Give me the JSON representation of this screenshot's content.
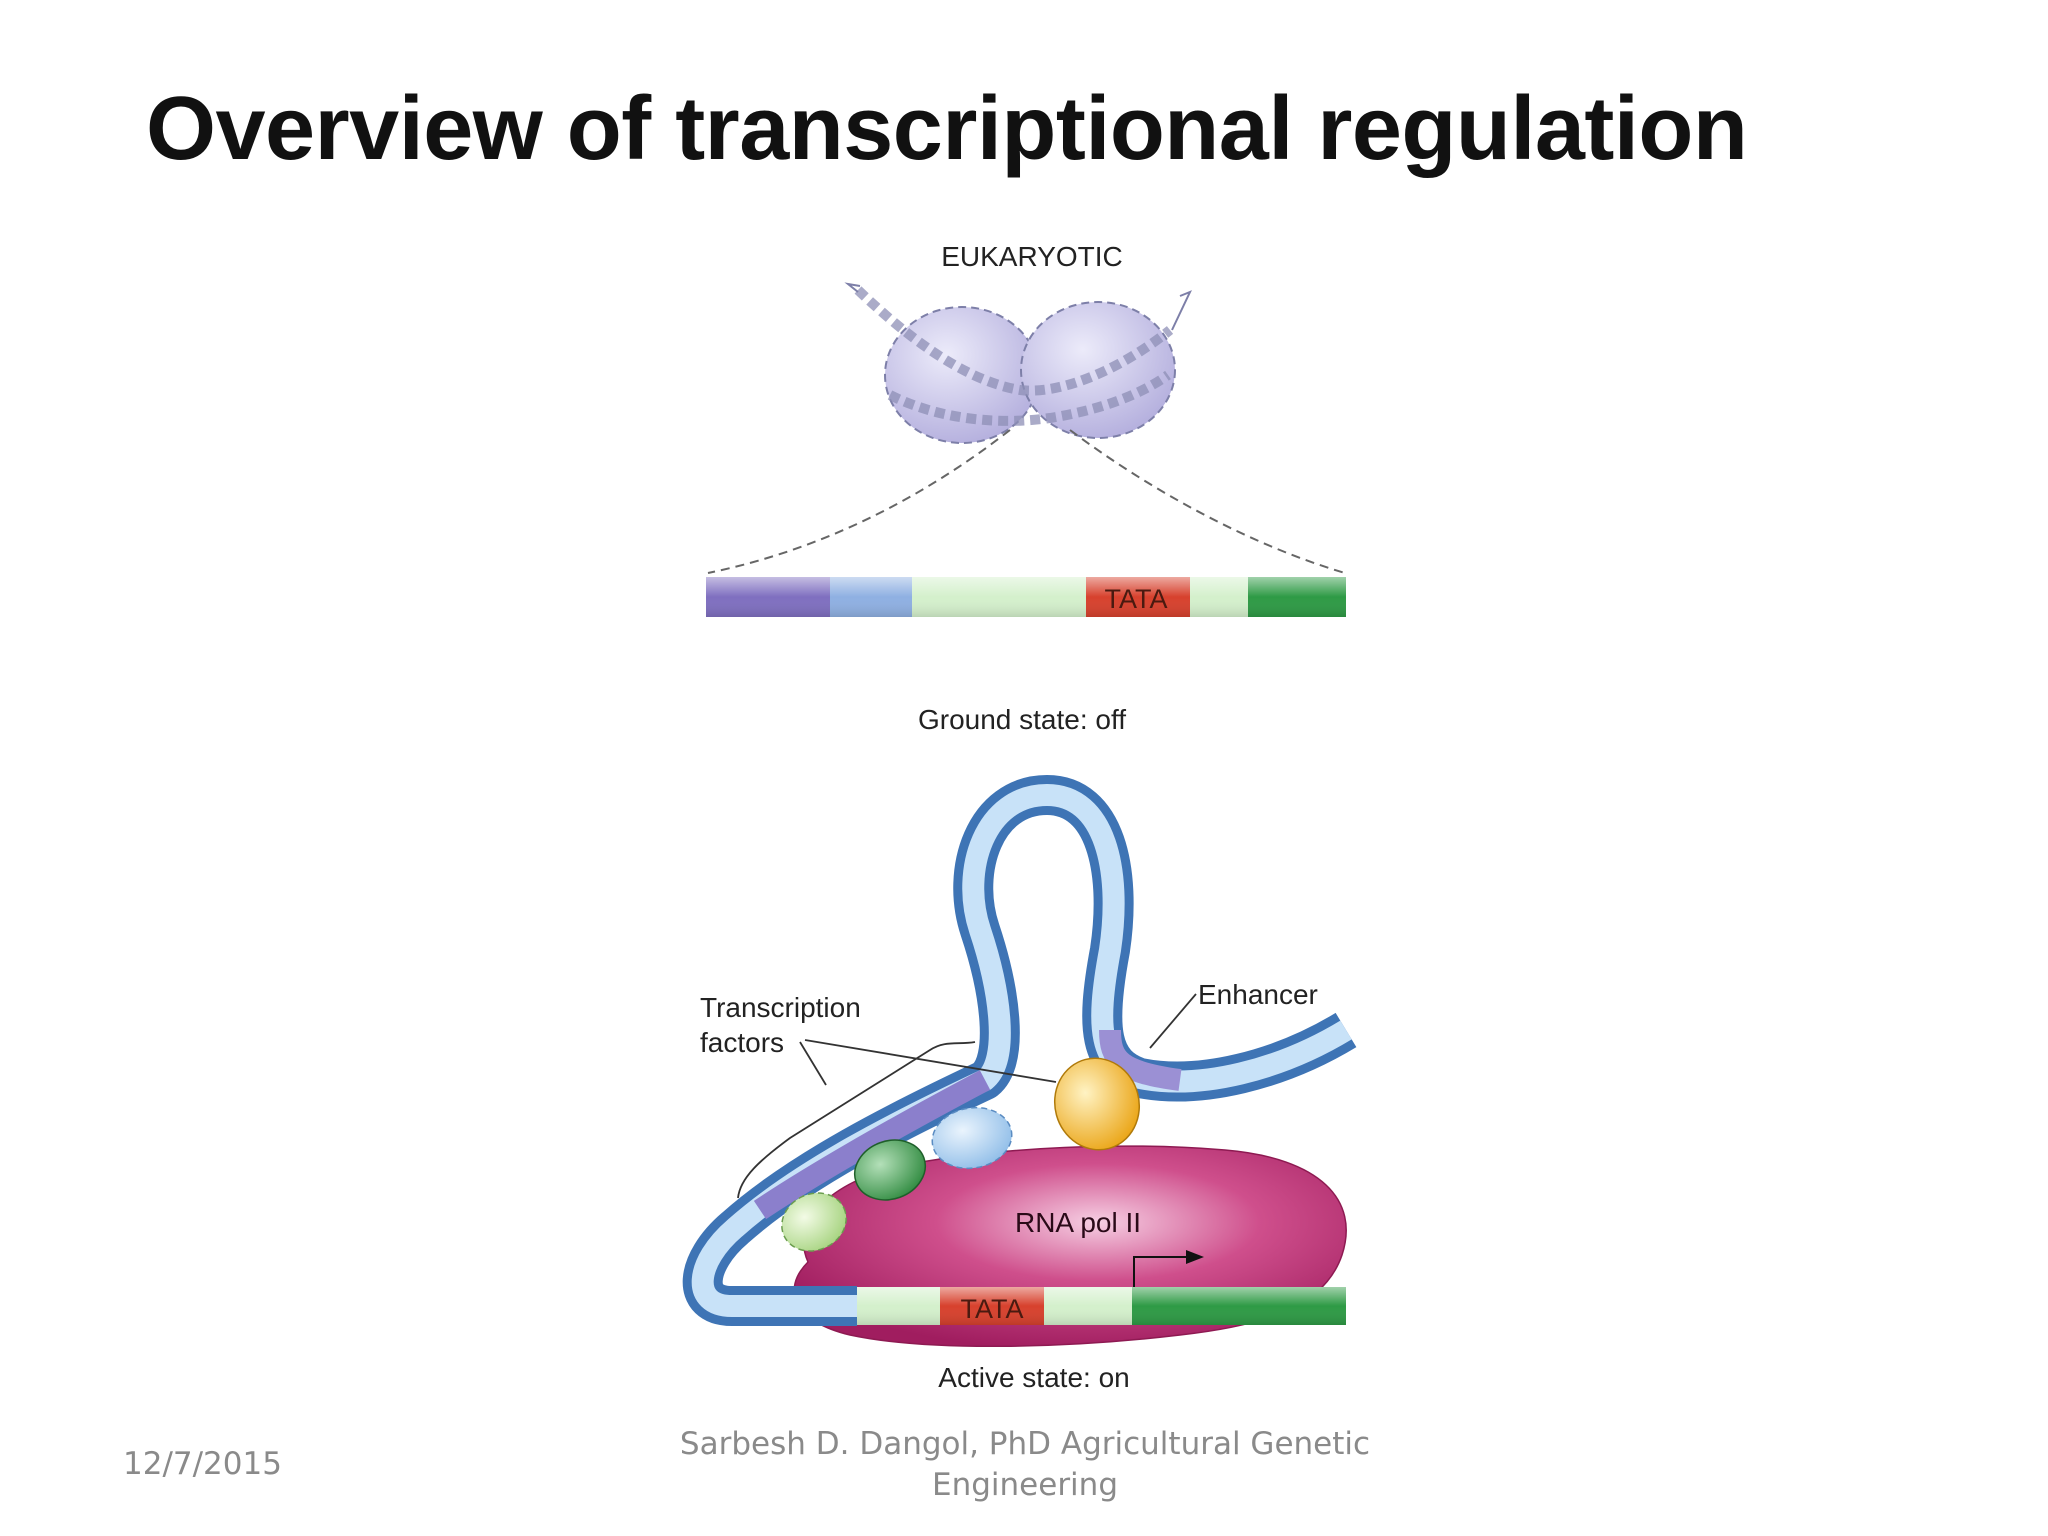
{
  "slide": {
    "title": "Overview of transcriptional regulation"
  },
  "diagram": {
    "top_panel": {
      "heading": "EUKARYOTIC",
      "tata_label": "TATA",
      "caption": "Ground state: off"
    },
    "bottom_panel": {
      "tf_label_line1": "Transcription",
      "tf_label_line2": "factors",
      "enhancer_label": "Enhancer",
      "polymerase_label": "RNA pol II",
      "tata_label": "TATA",
      "caption": "Active state: on"
    },
    "colors": {
      "purple_region": "#7f6fc0",
      "light_blue_region": "#8fb0e2",
      "pale_green_region": "#d4f0cc",
      "tata_red": "#d7412d",
      "dark_green_region": "#2e9a45",
      "nucleosome": "#c5c1e6",
      "dna_loop": "#72a8dd",
      "rna_pol": "#b82f72",
      "activator_yellow": "#f3b51a"
    }
  },
  "footer": {
    "date": "12/7/2015",
    "credit_line1": "Sarbesh D. Dangol, PhD Agricultural Genetic",
    "credit_line2": "Engineering"
  }
}
